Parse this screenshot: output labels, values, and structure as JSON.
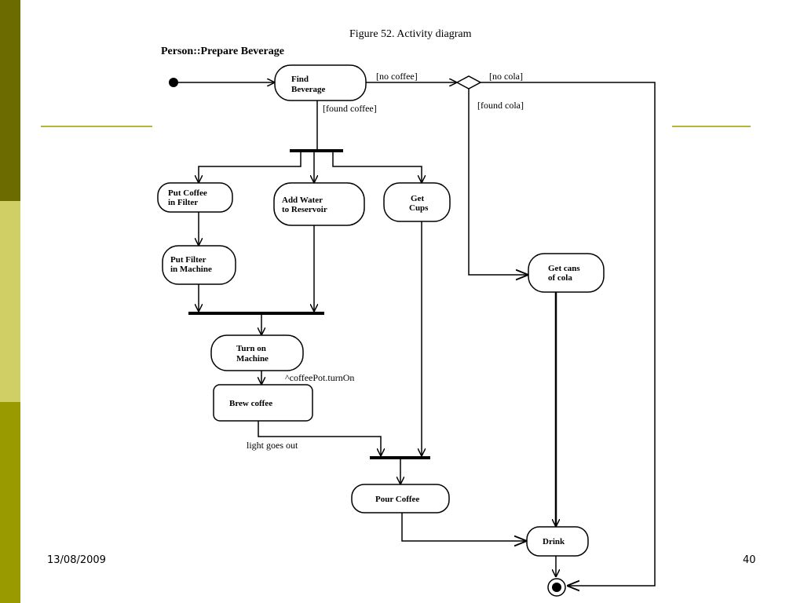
{
  "figure_title": "Figure 52.  Activity diagram",
  "diagram_heading": "Person::Prepare Beverage",
  "nodes": {
    "find_beverage": [
      "Find",
      "Beverage"
    ],
    "put_coffee_in_filter": [
      "Put Coffee",
      "in Filter"
    ],
    "add_water": [
      "Add Water",
      "to Reservoir"
    ],
    "get_cups": [
      "Get",
      "Cups"
    ],
    "put_filter_in_machine": [
      "Put Filter",
      "in Machine"
    ],
    "get_cans_of_cola": [
      "Get cans",
      "of cola"
    ],
    "turn_on_machine": [
      "Turn on",
      "Machine"
    ],
    "brew_coffee": [
      "Brew coffee"
    ],
    "pour_coffee": [
      "Pour Coffee"
    ],
    "drink": [
      "Drink"
    ]
  },
  "edge_labels": {
    "no_coffee": "[no coffee]",
    "no_cola": "[no cola]",
    "found_coffee": "[found coffee]",
    "found_cola": "[found cola]",
    "coffeepot_turnon": "^coffeePot.turnOn",
    "light_goes_out": "light goes out"
  },
  "footer": {
    "date": "13/08/2009",
    "page": "40"
  },
  "colors": {
    "stripe_dark": "#6b6b00",
    "stripe_light": "#cfcf66",
    "stripe_mid": "#999900",
    "rule": "#b5b538"
  }
}
